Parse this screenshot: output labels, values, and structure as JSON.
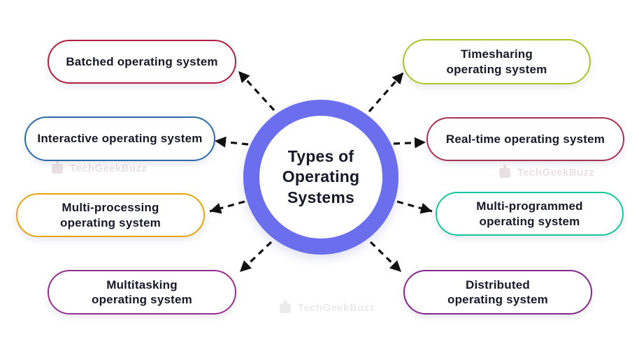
{
  "diagram": {
    "title": "Types of Operating Systems",
    "center_ring_color": "#6b6fed",
    "arrow_color": "#111111",
    "text_color": "#18182b"
  },
  "nodes": [
    {
      "id": "batched",
      "lines": [
        "Batched operating system"
      ],
      "border_color": "#b21e3f"
    },
    {
      "id": "interactive",
      "lines": [
        "Interactive operating system"
      ],
      "border_color": "#2c6ba5"
    },
    {
      "id": "multi-processing",
      "lines": [
        "Multi-processing",
        "operating system"
      ],
      "border_color": "#e5a50f"
    },
    {
      "id": "multitasking",
      "lines": [
        "Multitasking",
        "operating system"
      ],
      "border_color": "#96308f"
    },
    {
      "id": "timesharing",
      "lines": [
        "Timesharing",
        "operating system"
      ],
      "border_color": "#a9c32b"
    },
    {
      "id": "real-time",
      "lines": [
        "Real-time operating system"
      ],
      "border_color": "#a93355"
    },
    {
      "id": "multi-programmed",
      "lines": [
        "Multi-programmed",
        "operating system"
      ],
      "border_color": "#17c79b"
    },
    {
      "id": "distributed",
      "lines": [
        "Distributed",
        "operating system"
      ],
      "border_color": "#85298c"
    }
  ],
  "watermark": {
    "label": "TechGeekBuzz"
  }
}
